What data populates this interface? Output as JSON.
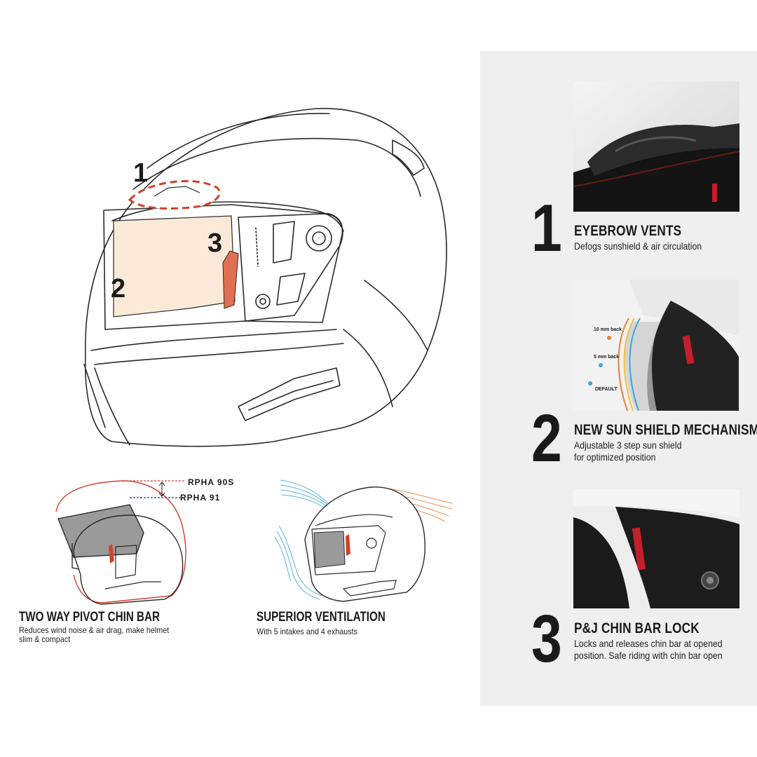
{
  "main_diagram": {
    "callouts": [
      "1",
      "2",
      "3"
    ]
  },
  "features": [
    {
      "number": "1",
      "title": "EYEBROW VENTS",
      "description": "Defogs sunshield & air circulation"
    },
    {
      "number": "2",
      "title": "NEW SUN SHIELD MECHANISM",
      "description": "Adjustable 3 step sun shield\nfor optimized position",
      "photo_labels": [
        "10 mm back",
        "5 mm back",
        "DEFAULT"
      ]
    },
    {
      "number": "3",
      "title": "P&J CHIN BAR LOCK",
      "description": "Locks and releases chin bar at opened\nposition. Safe riding with chin bar open"
    }
  ],
  "chin_bar": {
    "title": "TWO WAY PIVOT CHIN BAR",
    "description": "Reduces wind noise & air drag, make helmet\nslim & compact",
    "models": [
      "RPHA 90S",
      "RPHA 91"
    ]
  },
  "ventilation": {
    "title": "SUPERIOR VENTILATION",
    "description": "With 5 intakes and 4 exhausts"
  },
  "colors": {
    "accent_red": "#d2402b",
    "visor_tint": "#fbe9d8",
    "panel_bg": "#efefef",
    "airflow_blue": "#3aa7d8",
    "airflow_orange": "#e8833a"
  }
}
